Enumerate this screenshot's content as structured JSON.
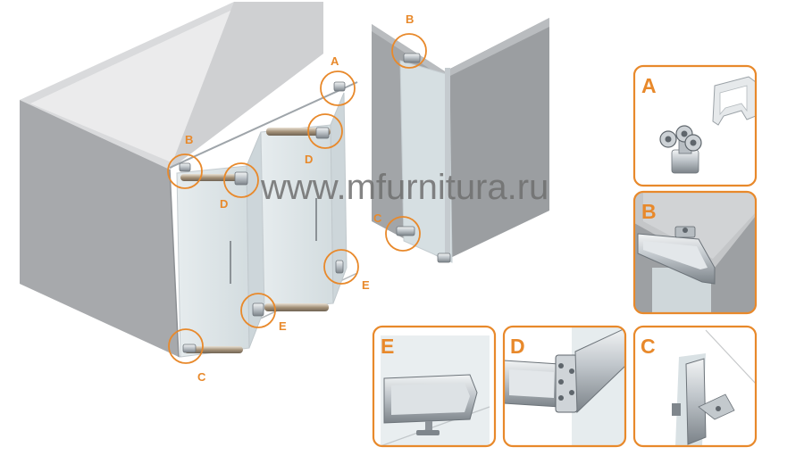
{
  "watermark": "www.mfurnitura.ru",
  "callouts": {
    "a": "A",
    "b": "B",
    "c": "C",
    "d": "D",
    "e": "E"
  },
  "panels": {
    "a": "A",
    "b": "B",
    "c": "C",
    "d": "D",
    "e": "E"
  },
  "colors": {
    "accent": "#e8892b",
    "cabinet_side": "#a9abae",
    "cabinet_top": "#d8d9db",
    "glass": "#dfe6e8",
    "metal": "#c7ccd0"
  }
}
